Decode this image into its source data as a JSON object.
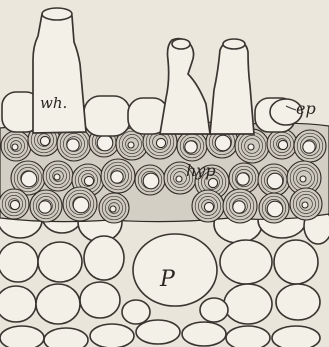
{
  "figure": {
    "labels": {
      "root_hair": "wh.",
      "epidermis": "ep",
      "hypodermis": "hyp",
      "parenchyma": "P"
    }
  },
  "colors": {
    "paper": "#ebe7dc",
    "ink": "#3a3530",
    "hypodermis_shade": "#cfcac0",
    "cell_fill": "#f3f0e8"
  }
}
